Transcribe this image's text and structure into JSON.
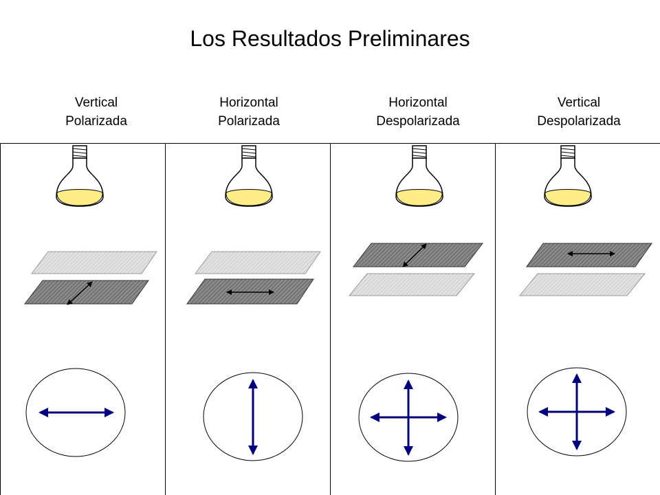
{
  "title": "Los Resultados Preliminares",
  "columns": [
    {
      "line1": "Vertical",
      "line2": "Polarizada"
    },
    {
      "line1": "Horizontal",
      "line2": "Polarizada"
    },
    {
      "line1": "Horizontal",
      "line2": "Despolarizada"
    },
    {
      "line1": "Vertical",
      "line2": "Despolarizada"
    }
  ],
  "colors": {
    "arrow": "#00007f",
    "bulb_fill": "#ffee88",
    "light_plate": "#d8d8d8",
    "dark_plate": "#7a7a7a"
  }
}
